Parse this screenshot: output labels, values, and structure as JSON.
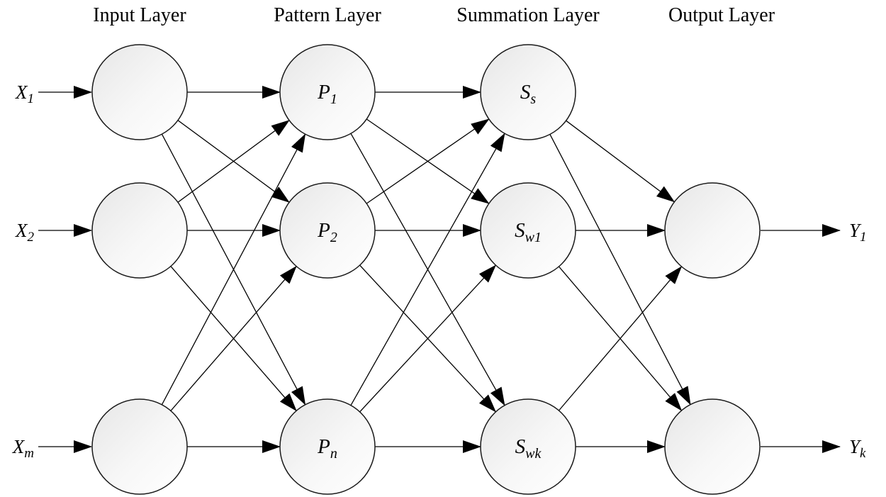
{
  "diagram": {
    "type": "neural-network",
    "titles": {
      "input": "Input Layer",
      "pattern": "Pattern Layer",
      "summation": "Summation Layer",
      "output": "Output Layer"
    },
    "nodes": {
      "input": [
        {
          "base": "",
          "sub": ""
        },
        {
          "base": "",
          "sub": ""
        },
        {
          "base": "",
          "sub": ""
        }
      ],
      "pattern": [
        {
          "base": "P",
          "sub": "1"
        },
        {
          "base": "P",
          "sub": "2"
        },
        {
          "base": "P",
          "sub": "n"
        }
      ],
      "summation": [
        {
          "base": "S",
          "sub": "s"
        },
        {
          "base": "S",
          "sub": "w1"
        },
        {
          "base": "S",
          "sub": "wk"
        }
      ],
      "output": [
        {
          "base": "",
          "sub": ""
        },
        {
          "base": "",
          "sub": ""
        }
      ]
    },
    "inputs": [
      {
        "base": "X",
        "sub": "1"
      },
      {
        "base": "X",
        "sub": "2"
      },
      {
        "base": "X",
        "sub": "m"
      }
    ],
    "outputs": [
      {
        "base": "Y",
        "sub": "1"
      },
      {
        "base": "Y",
        "sub": "k"
      }
    ],
    "connections": [
      {
        "from": "input",
        "to": "pattern",
        "type": "full"
      },
      {
        "from": "pattern",
        "to": "summation",
        "type": "full"
      },
      {
        "from": "summation",
        "to": "output",
        "type": "full"
      }
    ],
    "colors": {
      "stroke": "#000000",
      "node_fill_light": "#ffffff",
      "node_fill_shade": "#e6e6e6"
    }
  }
}
